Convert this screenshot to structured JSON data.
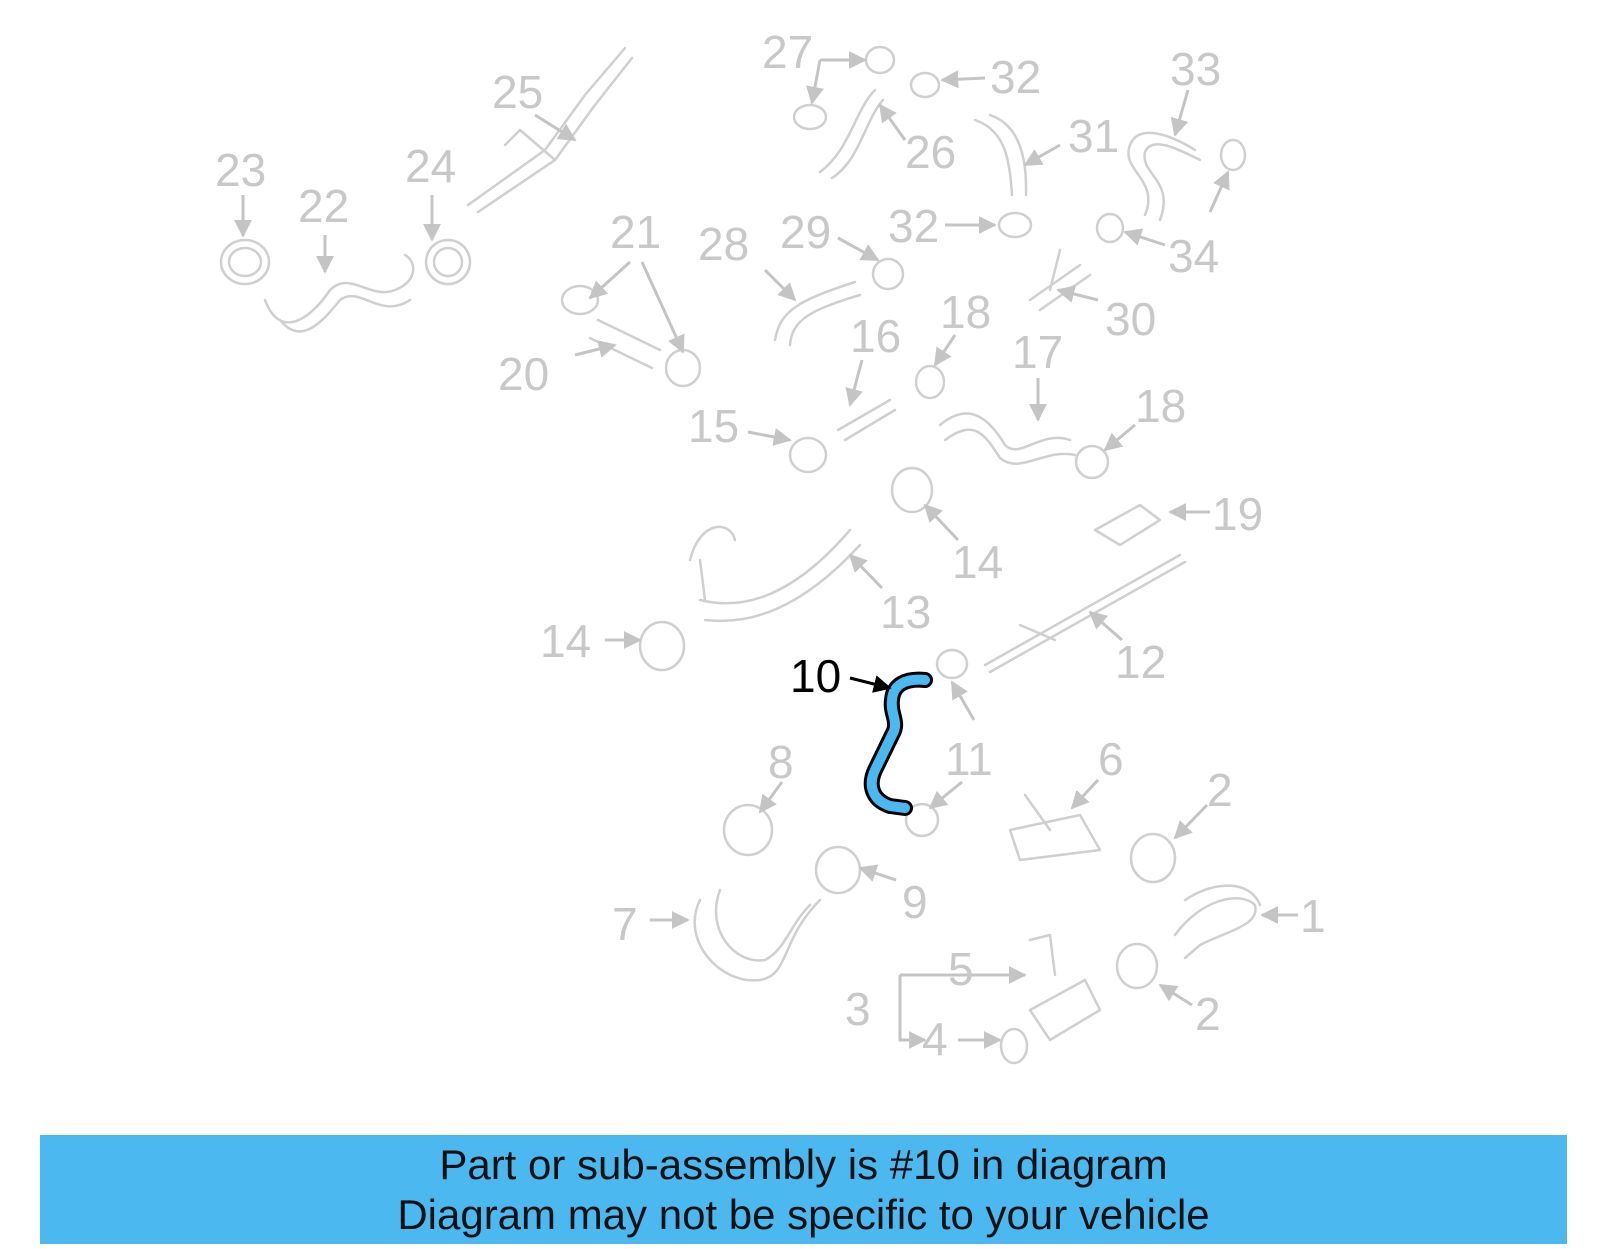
{
  "diagram": {
    "highlight_color": "#4bb8f0",
    "highlighted_callout": "10",
    "callouts": [
      {
        "id": "c1",
        "label": "1"
      },
      {
        "id": "c2a",
        "label": "2"
      },
      {
        "id": "c2b",
        "label": "2"
      },
      {
        "id": "c3",
        "label": "3"
      },
      {
        "id": "c4",
        "label": "4"
      },
      {
        "id": "c5",
        "label": "5"
      },
      {
        "id": "c6",
        "label": "6"
      },
      {
        "id": "c7",
        "label": "7"
      },
      {
        "id": "c8",
        "label": "8"
      },
      {
        "id": "c9",
        "label": "9"
      },
      {
        "id": "c10",
        "label": "10"
      },
      {
        "id": "c11",
        "label": "11"
      },
      {
        "id": "c12",
        "label": "12"
      },
      {
        "id": "c13",
        "label": "13"
      },
      {
        "id": "c14a",
        "label": "14"
      },
      {
        "id": "c14b",
        "label": "14"
      },
      {
        "id": "c15",
        "label": "15"
      },
      {
        "id": "c16",
        "label": "16"
      },
      {
        "id": "c17",
        "label": "17"
      },
      {
        "id": "c18a",
        "label": "18"
      },
      {
        "id": "c18b",
        "label": "18"
      },
      {
        "id": "c19",
        "label": "19"
      },
      {
        "id": "c20",
        "label": "20"
      },
      {
        "id": "c21",
        "label": "21"
      },
      {
        "id": "c22",
        "label": "22"
      },
      {
        "id": "c23",
        "label": "23"
      },
      {
        "id": "c24",
        "label": "24"
      },
      {
        "id": "c25",
        "label": "25"
      },
      {
        "id": "c26",
        "label": "26"
      },
      {
        "id": "c27",
        "label": "27"
      },
      {
        "id": "c28",
        "label": "28"
      },
      {
        "id": "c29",
        "label": "29"
      },
      {
        "id": "c30",
        "label": "30"
      },
      {
        "id": "c31",
        "label": "31"
      },
      {
        "id": "c32a",
        "label": "32"
      },
      {
        "id": "c32b",
        "label": "32"
      },
      {
        "id": "c33",
        "label": "33"
      },
      {
        "id": "c34",
        "label": "34"
      }
    ]
  },
  "banner": {
    "line1": "Part or sub-assembly is #10 in diagram",
    "line2": "Diagram may not be specific to your vehicle",
    "background": "#4bb8f0"
  }
}
